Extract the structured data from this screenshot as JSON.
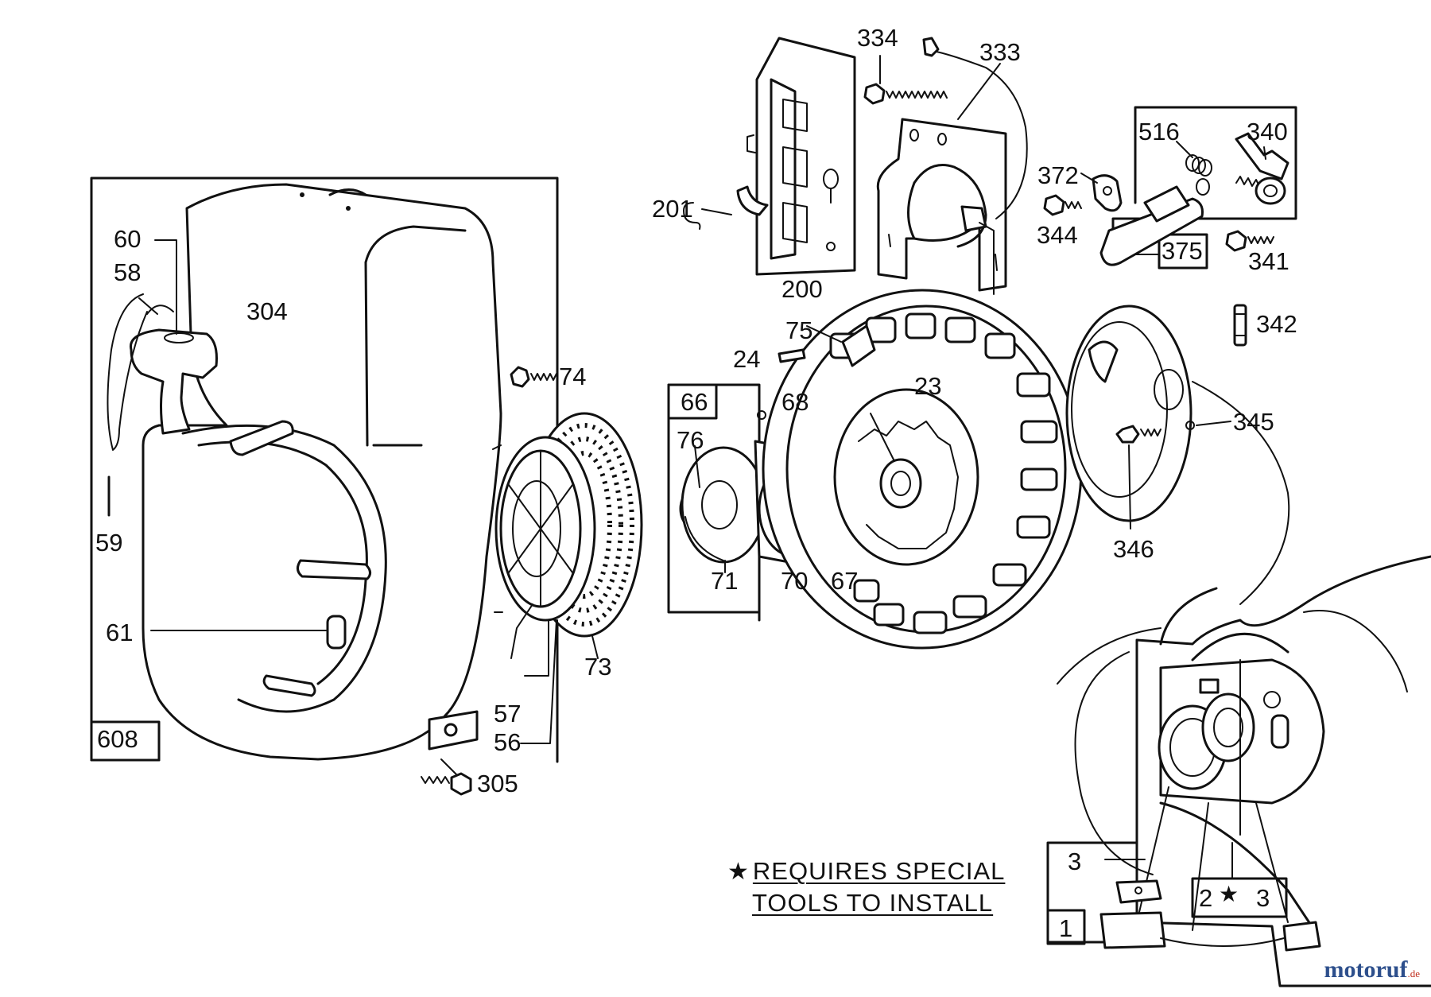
{
  "diagram": {
    "labels": {
      "p334": "334",
      "p333": "333",
      "p516": "516",
      "p340": "340",
      "p372": "372",
      "p344": "344",
      "p375": "375",
      "p341": "341",
      "p201": "201",
      "p200": "200",
      "p60": "60",
      "p58": "58",
      "p304": "304",
      "p75": "75",
      "p24": "24",
      "p342": "342",
      "p74": "74",
      "p66": "66",
      "p68": "68",
      "p23": "23",
      "p345": "345",
      "p76": "76",
      "p59": "59",
      "p71": "71",
      "p70": "70",
      "p67": "67",
      "p346": "346",
      "p61": "61",
      "p73": "73",
      "p57": "57",
      "p56": "56",
      "p608": "608",
      "p305": "305",
      "p3a": "3",
      "p2": "2",
      "p3b": "3",
      "p1": "1"
    },
    "note": {
      "star": "★",
      "line1": "REQUIRES SPECIAL",
      "line2": "TOOLS TO INSTALL"
    },
    "watermark": {
      "text": "motoruf",
      "tld": ".de"
    }
  }
}
